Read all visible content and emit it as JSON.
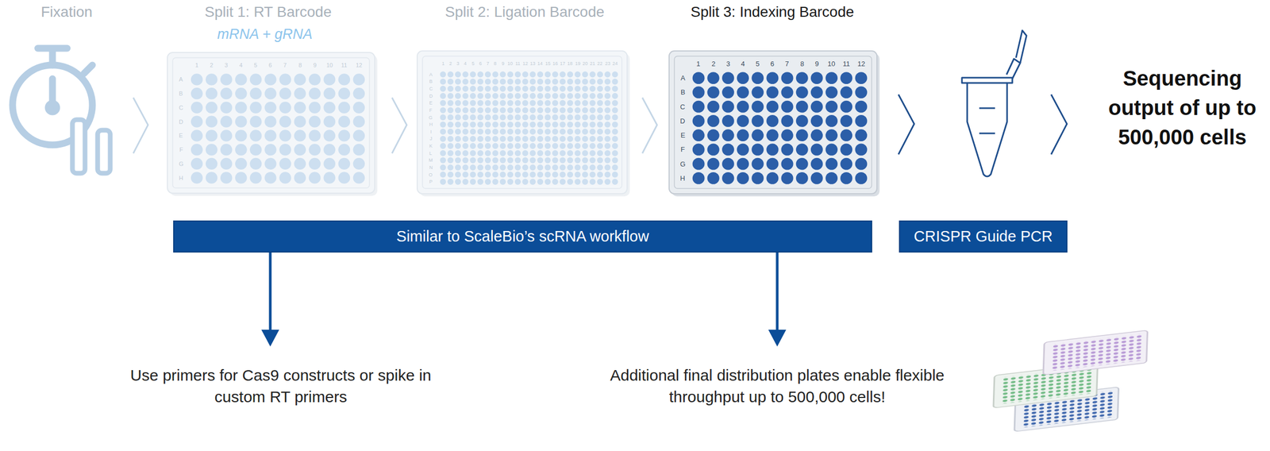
{
  "diagram": {
    "nodes": [
      {
        "text": [
          "Similar to ScaleBio’s scRNA workflow"
        ]
      },
      {
        "text": [
          "CRISPR Guide PCR"
        ]
      }
    ],
    "labels": [
      "Fixation",
      "Split 1: RT Barcode",
      "mRNA + gRNA",
      "Split 2: Ligation Barcode",
      "Split 3: Indexing Barcode",
      "Sequencing output of up to 500,000 cells",
      "Use primers for Cas9 constructs or spike in custom RT primers",
      "Additional final distribution plates enable flexible throughput up to 500,000 cells!",
      "1",
      "2",
      "3",
      "4",
      "5",
      "6",
      "7",
      "8",
      "9",
      "10",
      "11",
      "12",
      "A",
      "B",
      "C",
      "D",
      "E",
      "F",
      "G",
      "H",
      "1",
      "2",
      "3",
      "4",
      "5",
      "6",
      "7",
      "8",
      "9",
      "10",
      "11",
      "12",
      "13",
      "14",
      "15",
      "16",
      "17",
      "18",
      "19",
      "20",
      "21",
      "22",
      "23",
      "24",
      "A",
      "B",
      "C",
      "D",
      "E",
      "F",
      "G",
      "H",
      "I",
      "J",
      "K",
      "L",
      "M",
      "N",
      "O",
      "P",
      "1",
      "2",
      "3",
      "4",
      "5",
      "6",
      "7",
      "8",
      "9",
      "10",
      "11",
      "12",
      "A",
      "B",
      "C",
      "D",
      "E",
      "F",
      "G",
      "H"
    ]
  }
}
